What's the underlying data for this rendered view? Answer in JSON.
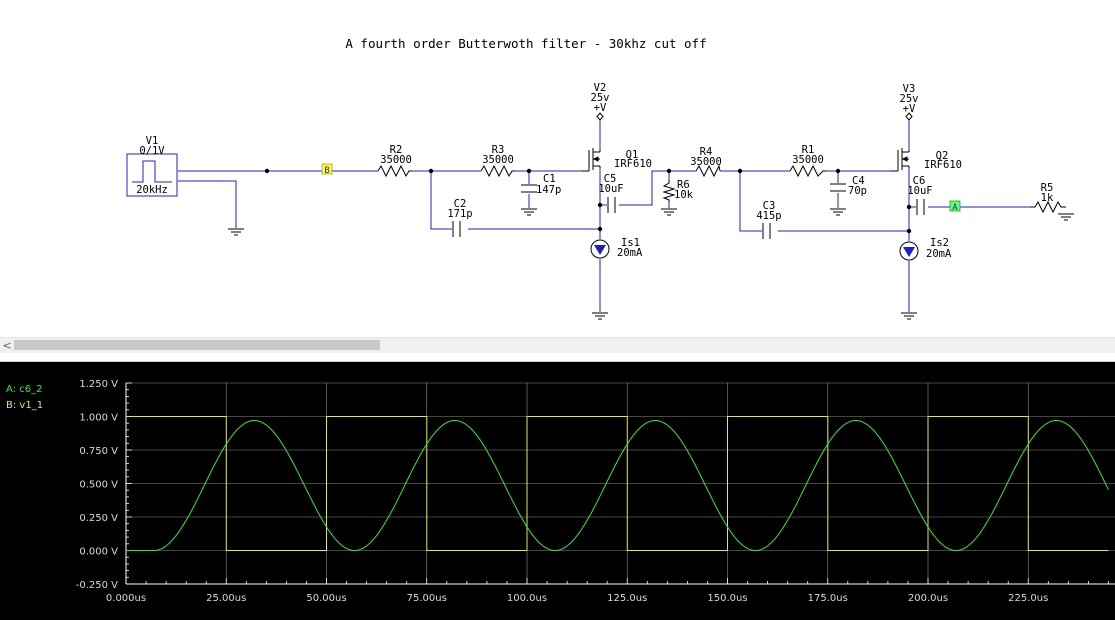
{
  "schematic": {
    "title": "A fourth order Butterwoth filter - 30khz cut off",
    "components": {
      "v1": {
        "name": "V1",
        "value": "0/1V",
        "freq": "20kHz"
      },
      "v2": {
        "name": "V2",
        "value": "25v",
        "rail": "+V"
      },
      "v3": {
        "name": "V3",
        "value": "25v",
        "rail": "+V"
      },
      "r2": {
        "name": "R2",
        "value": "35000"
      },
      "r3": {
        "name": "R3",
        "value": "35000"
      },
      "r4": {
        "name": "R4",
        "value": "35000"
      },
      "r1": {
        "name": "R1",
        "value": "35000"
      },
      "r6": {
        "name": "R6",
        "value": "10k"
      },
      "r5": {
        "name": "R5",
        "value": "1k"
      },
      "c1": {
        "name": "C1",
        "value": "147p"
      },
      "c2": {
        "name": "C2",
        "value": "171p"
      },
      "c3": {
        "name": "C3",
        "value": "415p"
      },
      "c4": {
        "name": "C4",
        "value": "70p"
      },
      "c5": {
        "name": "C5",
        "value": "10uF"
      },
      "c6": {
        "name": "C6",
        "value": "10uF"
      },
      "q1": {
        "name": "Q1",
        "value": "IRF610"
      },
      "q2": {
        "name": "Q2",
        "value": "IRF610"
      },
      "is1": {
        "name": "Is1",
        "value": "20mA"
      },
      "is2": {
        "name": "Is2",
        "value": "20mA"
      }
    },
    "probes": {
      "a": "A",
      "b": "B"
    }
  },
  "scrollbar": {
    "left_arrow": "<"
  },
  "scope": {
    "legend": {
      "a": "A: c6_2",
      "b": "B: v1_1"
    },
    "colors": {
      "trace_a": "#39e639",
      "trace_b": "#e6e64d",
      "grid": "#ffffff",
      "background": "#000000"
    },
    "y_ticks": [
      "1.250 V",
      "1.000 V",
      "0.750 V",
      "0.500 V",
      "0.250 V",
      "0.000 V",
      "-0.250 V"
    ],
    "x_ticks": [
      "0.000us",
      "25.00us",
      "50.00us",
      "75.00us",
      "100.0us",
      "125.0us",
      "150.0us",
      "175.0us",
      "200.0us",
      "225.0us"
    ]
  },
  "chart_data": {
    "type": "line",
    "xlabel": "",
    "ylabel": "",
    "xlim": [
      0,
      245
    ],
    "ylim": [
      -0.25,
      1.25
    ],
    "x_unit": "us",
    "y_unit": "V",
    "grid": true,
    "legend_position": "top-left",
    "series": [
      {
        "name": "A: c6_2",
        "shape": "sine",
        "min": 0.0,
        "max": 0.97,
        "period_us": 50,
        "first_peak_us": 32,
        "x": [
          0,
          7,
          19.5,
          32,
          44.5,
          57,
          69.5,
          82,
          94.5,
          107,
          119.5,
          132,
          144.5,
          157,
          169.5,
          182,
          194.5,
          207,
          219.5,
          232,
          244.5
        ],
        "y": [
          0.0,
          0.0,
          0.485,
          0.97,
          0.485,
          0.0,
          0.485,
          0.97,
          0.485,
          0.0,
          0.485,
          0.97,
          0.485,
          0.0,
          0.485,
          0.97,
          0.485,
          0.0,
          0.485,
          0.97,
          0.485
        ]
      },
      {
        "name": "B: v1_1",
        "shape": "square",
        "low": 0.0,
        "high": 1.0,
        "period_us": 50,
        "x": [
          0,
          25,
          25,
          50,
          50,
          75,
          75,
          100,
          100,
          125,
          125,
          150,
          150,
          175,
          175,
          200,
          200,
          225,
          225,
          245
        ],
        "y": [
          1.0,
          1.0,
          0.0,
          0.0,
          1.0,
          1.0,
          0.0,
          0.0,
          1.0,
          1.0,
          0.0,
          0.0,
          1.0,
          1.0,
          0.0,
          0.0,
          1.0,
          1.0,
          0.0,
          0.0
        ]
      }
    ]
  }
}
